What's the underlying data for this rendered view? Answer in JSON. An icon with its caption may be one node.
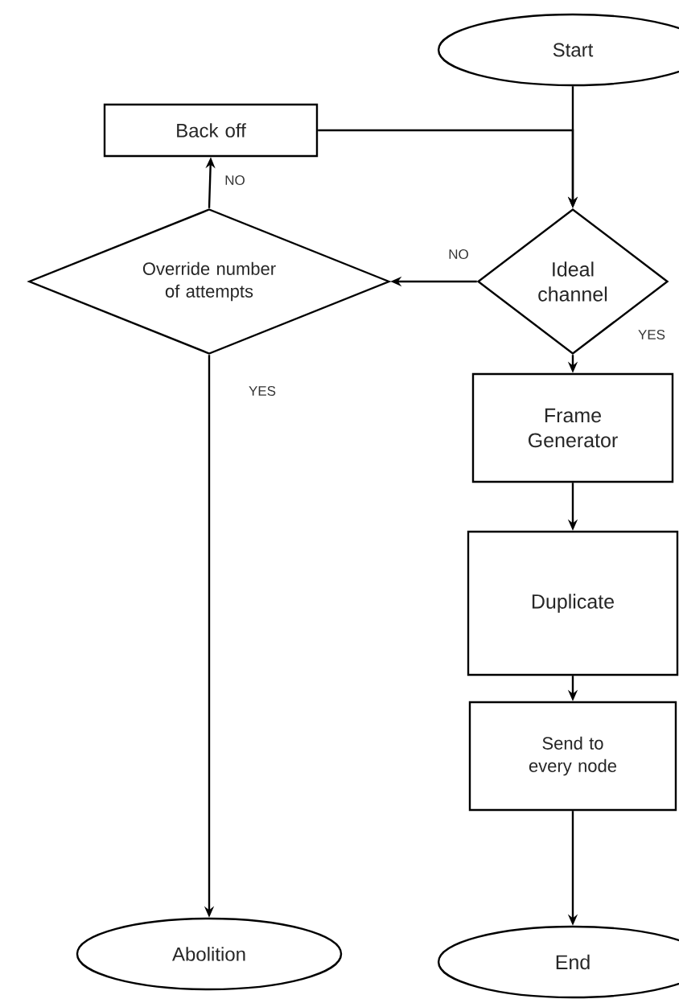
{
  "diagram": {
    "nodes": [
      {
        "text": [
          "Start"
        ]
      },
      {
        "text": [
          "Back off"
        ]
      },
      {
        "text": [
          "Override number of attempts"
        ]
      },
      {
        "text": [
          "Ideal channel"
        ]
      },
      {
        "text": [
          "Frame Generator"
        ]
      },
      {
        "text": [
          "Duplicate"
        ]
      },
      {
        "text": [
          "Send to every node"
        ]
      },
      {
        "text": [
          "Abolition"
        ]
      },
      {
        "text": [
          "End"
        ]
      }
    ],
    "edges": [
      {
        "from": 0,
        "to": 3,
        "arrow": "to"
      },
      {
        "from": 1,
        "to": 3,
        "arrow": "to"
      },
      {
        "from": 3,
        "to": 2,
        "arrow": "to",
        "label": "NO"
      },
      {
        "from": 2,
        "to": 1,
        "arrow": "to",
        "label": "NO"
      },
      {
        "from": 3,
        "to": 4,
        "arrow": "to",
        "label": "YES"
      },
      {
        "from": 4,
        "to": 5,
        "arrow": "to"
      },
      {
        "from": 5,
        "to": 6,
        "arrow": "to"
      },
      {
        "from": 6,
        "to": 8,
        "arrow": "to"
      },
      {
        "from": 2,
        "to": 7,
        "arrow": "to",
        "label": "YES"
      }
    ]
  }
}
